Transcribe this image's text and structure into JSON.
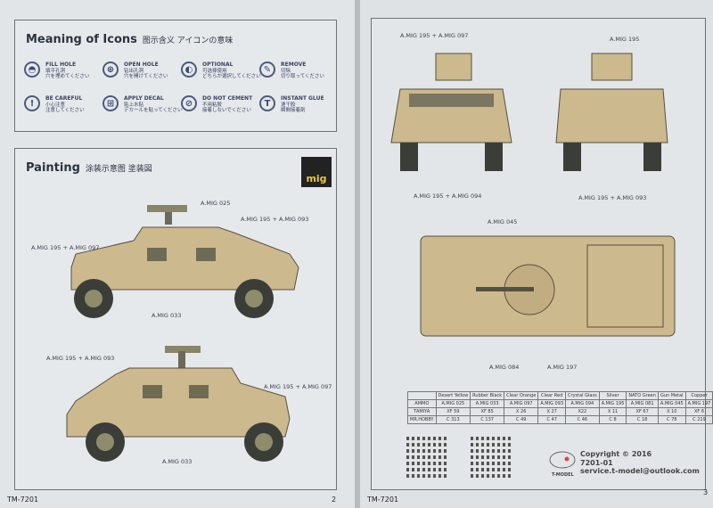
{
  "page2": {
    "icons_title": "Meaning of Icons",
    "icons_title_cjk": "图示含义 アイコンの意味",
    "icons": [
      {
        "name": "FILL HOLE",
        "cn": "填平孔洞",
        "jp": "穴を埋めてください",
        "glyph": "◓"
      },
      {
        "name": "OPEN HOLE",
        "cn": "钻出孔洞",
        "jp": "穴を開けてください",
        "glyph": "⊕"
      },
      {
        "name": "OPTIONAL",
        "cn": "可选择使用",
        "jp": "どちらか選択してください",
        "glyph": "◐"
      },
      {
        "name": "REMOVE",
        "cn": "切除",
        "jp": "切り取ってください",
        "glyph": "✎"
      },
      {
        "name": "BE CAREFUL",
        "cn": "小心注意",
        "jp": "注意してください",
        "glyph": "!"
      },
      {
        "name": "APPLY DECAL",
        "cn": "贴上水贴",
        "jp": "デカールを貼ってください",
        "glyph": "⊞"
      },
      {
        "name": "DO NOT CEMENT",
        "cn": "不用粘胶",
        "jp": "接着しないでください",
        "glyph": "⊘"
      },
      {
        "name": "INSTANT GLUE",
        "cn": "速干胶",
        "jp": "瞬間接着剤",
        "glyph": "T"
      }
    ],
    "painting_title": "Painting",
    "painting_title_cjk": "涂装示意图 塗装図",
    "brand_logo": "mig",
    "labels": [
      "A.MIG 025",
      "A.MIG 195 + A.MIG 093",
      "A.MIG 195 + A.MIG 097",
      "A.MIG 033",
      "A.MIG 195 + A.MIG 093",
      "A.MIG 195 + A.MIG 097",
      "A.MIG 033"
    ],
    "footer_code": "TM-7201",
    "page_number": "2"
  },
  "page3": {
    "labels": [
      "A.MIG 195 + A.MIG 097",
      "A.MIG 195",
      "A.MIG 195 + A.MIG 094",
      "A.MIG 195 + A.MIG 093",
      "A.MIG 045",
      "A.MIG 084",
      "A.MIG 197"
    ],
    "paint_table": {
      "headers": [
        "",
        "Desert Yellow",
        "Rubber Black",
        "Clear Orange",
        "Clear Red",
        "Crystal Glass",
        "Silver",
        "NATO Green",
        "Gun Metal",
        "Copper"
      ],
      "rows": [
        [
          "AMMO",
          "A.MIG 025",
          "A.MIG 033",
          "A.MIG 097",
          "A.MIG 093",
          "A.MIG 094",
          "A.MIG 195",
          "A.MIG 081",
          "A.MIG 045",
          "A.MIG 197"
        ],
        [
          "TAMIYA",
          "XF 59",
          "XF 85",
          "X 26",
          "X 27",
          "X22",
          "X 11",
          "XF 67",
          "X 10",
          "XF 6"
        ],
        [
          "MR.HOBBY",
          "C 313",
          "C 137",
          "C 49",
          "C 47",
          "C 46",
          "C 8",
          "C 18",
          "C 78",
          "C 219"
        ]
      ]
    },
    "copyright": "Copyright © 2016",
    "code": "7201-01",
    "email": "service.t-model@outlook.com",
    "brand_logo": "T-MODEL",
    "footer_code": "TM-7201",
    "page_number": "3"
  },
  "colors": {
    "tan": "#cdb98e",
    "tire": "#3b3d38",
    "text": "#2c3340"
  }
}
